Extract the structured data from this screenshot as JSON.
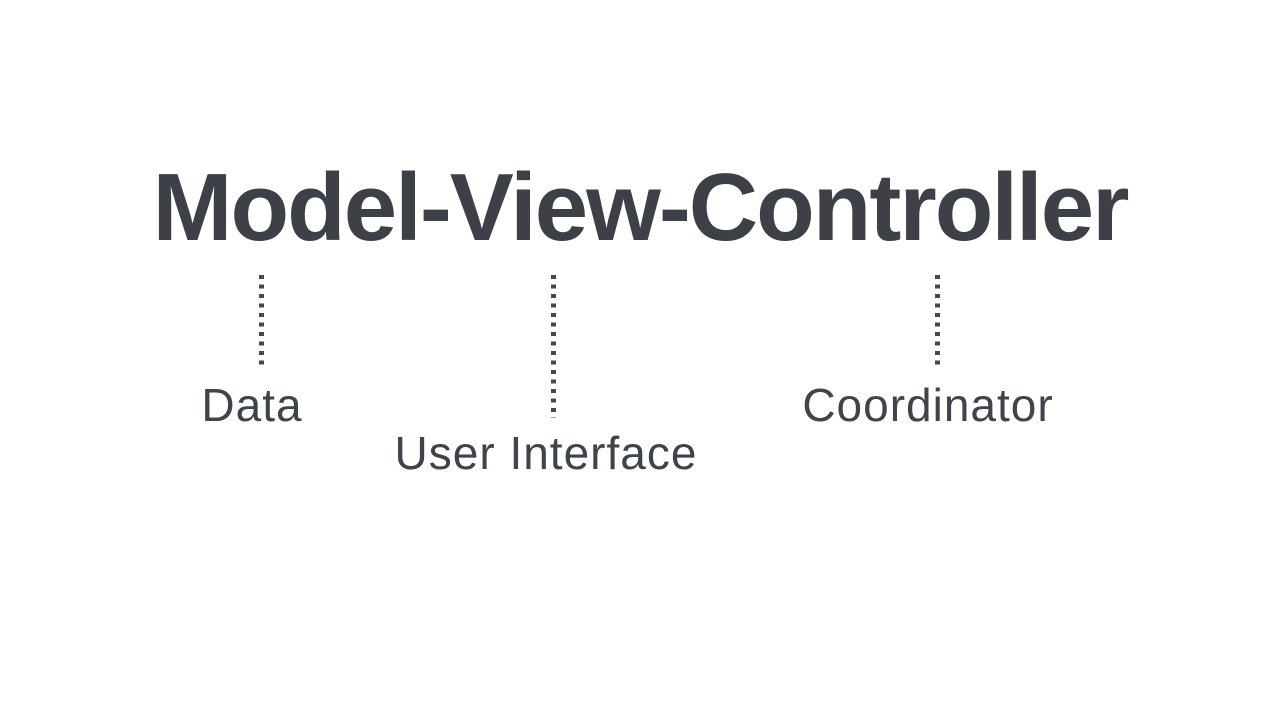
{
  "diagram": {
    "title": "Model-View-Controller",
    "colors": {
      "background": "#ffffff",
      "text": "#3d4147",
      "connector_dots": "#44474c"
    },
    "annotations": [
      {
        "term": "Model",
        "label": "Data"
      },
      {
        "term": "View",
        "label": "User Interface"
      },
      {
        "term": "Controller",
        "label": "Coordinator"
      }
    ]
  }
}
